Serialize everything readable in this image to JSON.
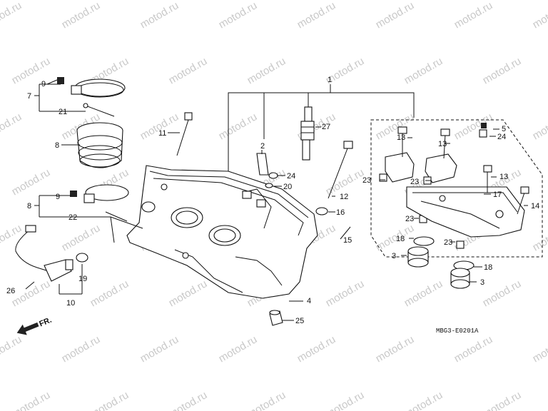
{
  "watermark": "motod.ru",
  "diagram_code": "MBG3-E0201A",
  "front_indicator": "FR.",
  "callouts": {
    "c1": "1",
    "c2": "2",
    "c3a": "3",
    "c3b": "3",
    "c4": "4",
    "c5": "5",
    "c7": "7",
    "c8a": "8",
    "c8b": "8",
    "c9a": "9",
    "c9b": "9",
    "c10": "10",
    "c11": "11",
    "c12": "12",
    "c13a": "13",
    "c13b": "13",
    "c13c": "13",
    "c14": "14",
    "c15": "15",
    "c16": "16",
    "c17": "17",
    "c18a": "18",
    "c18b": "18",
    "c19": "19",
    "c20": "20",
    "c21": "21",
    "c22": "22",
    "c23a": "23",
    "c23b": "23",
    "c23c": "23",
    "c23d": "23",
    "c24a": "24",
    "c24b": "24",
    "c25": "25",
    "c26": "26",
    "c27": "27"
  }
}
